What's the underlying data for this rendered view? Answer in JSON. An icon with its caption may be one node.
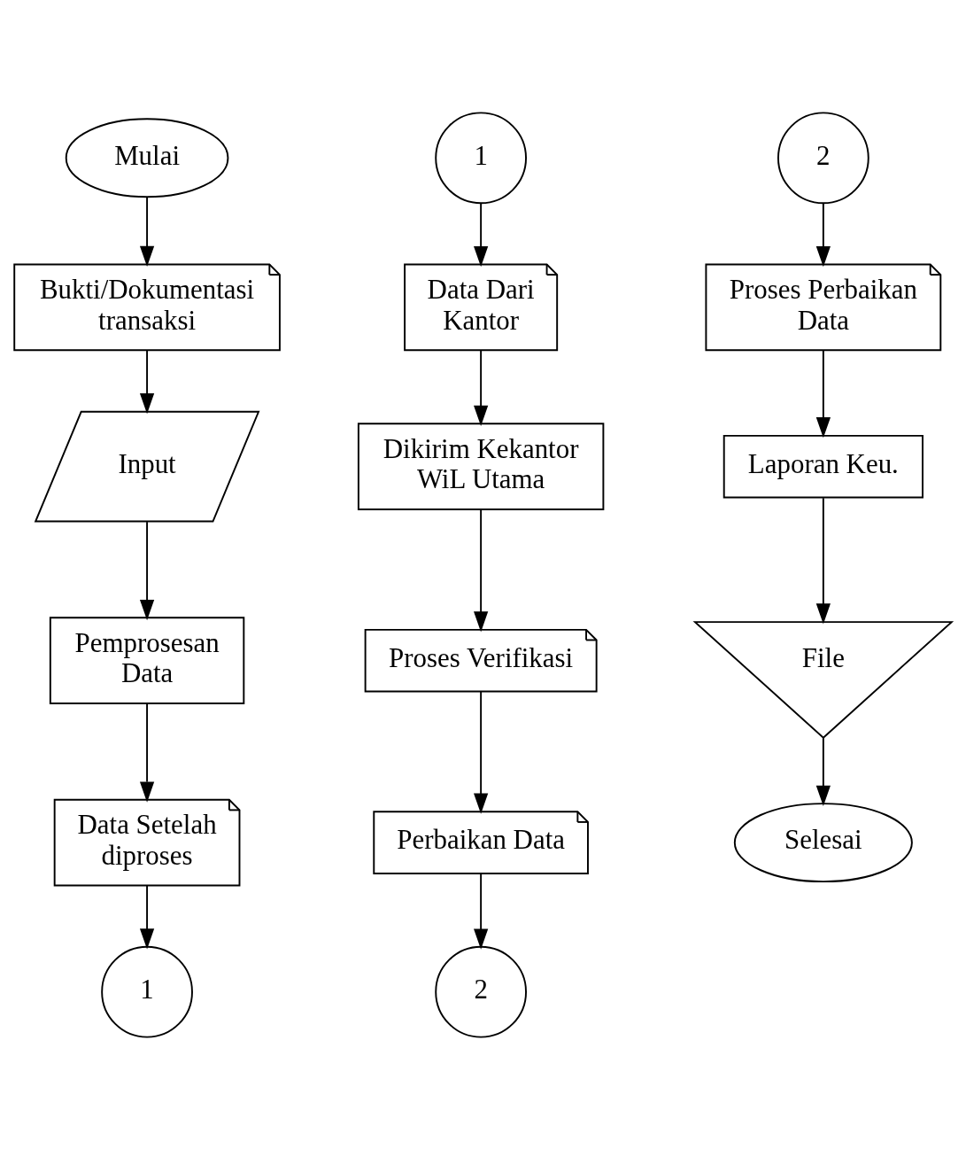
{
  "diagram": {
    "nodes": [
      {
        "text": [
          "Mulai"
        ]
      },
      {
        "text": [
          "Bukti/Dokumentasi transaksi"
        ]
      },
      {
        "text": [
          "Input"
        ]
      },
      {
        "text": [
          "Pemprosesan Data"
        ]
      },
      {
        "text": [
          "Data Setelah diproses"
        ]
      },
      {
        "text": [
          "1"
        ]
      },
      {
        "text": [
          "1"
        ]
      },
      {
        "text": [
          "Data Dari Kantor"
        ]
      },
      {
        "text": [
          "Dikirim Kekantor WiL Utama"
        ]
      },
      {
        "text": [
          "Proses Verifikasi"
        ]
      },
      {
        "text": [
          "Perbaikan Data"
        ]
      },
      {
        "text": [
          "2"
        ]
      },
      {
        "text": [
          "2"
        ]
      },
      {
        "text": [
          "Proses Perbaikan Data"
        ]
      },
      {
        "text": [
          "Laporan Keu."
        ]
      },
      {
        "text": [
          "File"
        ]
      },
      {
        "text": [
          "Selesai"
        ]
      }
    ],
    "edges": [
      {
        "from": 0,
        "to": 1,
        "arrow": "to"
      },
      {
        "from": 1,
        "to": 2,
        "arrow": "to"
      },
      {
        "from": 2,
        "to": 3,
        "arrow": "to"
      },
      {
        "from": 3,
        "to": 4,
        "arrow": "to"
      },
      {
        "from": 4,
        "to": 5,
        "arrow": "to"
      },
      {
        "from": 6,
        "to": 7,
        "arrow": "to"
      },
      {
        "from": 7,
        "to": 8,
        "arrow": "to"
      },
      {
        "from": 8,
        "to": 9,
        "arrow": "to"
      },
      {
        "from": 9,
        "to": 10,
        "arrow": "to"
      },
      {
        "from": 10,
        "to": 11,
        "arrow": "to"
      },
      {
        "from": 12,
        "to": 13,
        "arrow": "to"
      },
      {
        "from": 13,
        "to": 14,
        "arrow": "to"
      },
      {
        "from": 14,
        "to": 15,
        "arrow": "to"
      },
      {
        "from": 15,
        "to": 16,
        "arrow": "to"
      }
    ]
  }
}
